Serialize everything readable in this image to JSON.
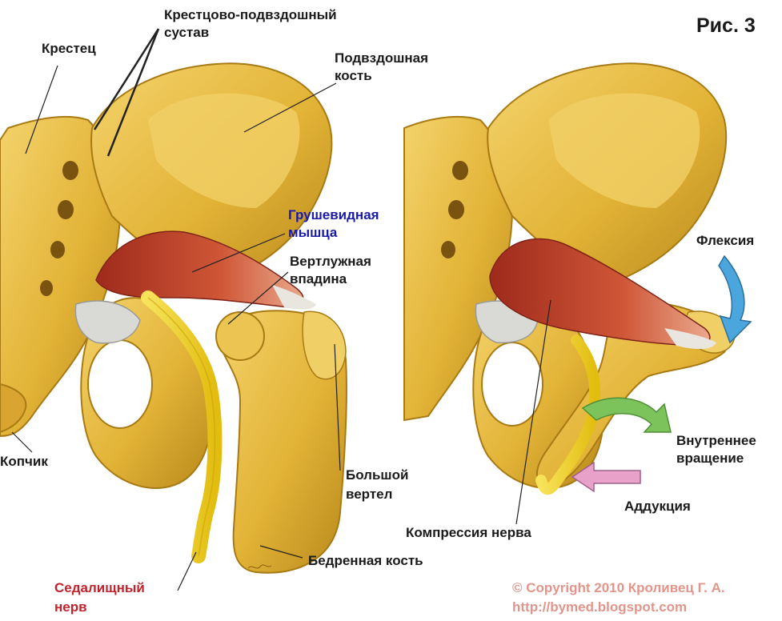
{
  "figure_label": "Рис. 3",
  "colors": {
    "bone": "#e2b336",
    "bone_light": "#f3d36b",
    "bone_dark": "#a87a14",
    "muscle": "#b8402a",
    "nerve": "#f3d21c",
    "ligament": "#d9d9d6",
    "arrow_blue": "#4aa6dd",
    "arrow_green": "#7cc35c",
    "arrow_pink": "#e8a2c9",
    "label_blue": "#1a1aa8",
    "label_red": "#c2222c"
  },
  "labels": {
    "sacroiliac_joint_line1": "Крестцово-подвздошный",
    "sacroiliac_joint_line2": "сустав",
    "sacrum": "Крестец",
    "ilium_line1": "Подвздошная",
    "ilium_line2": "кость",
    "piriformis_line1": "Грушевидная",
    "piriformis_line2": "мышца",
    "acetabulum_line1": "Вертлужная",
    "acetabulum_line2": "впадина",
    "flexion": "Флексия",
    "coccyx": "Копчик",
    "greater_trochanter_line1": "Большой",
    "greater_trochanter_line2": "вертел",
    "internal_rotation_line1": "Внутреннее",
    "internal_rotation_line2": "вращение",
    "adduction": "Аддукция",
    "nerve_compression": "Компрессия нерва",
    "femur": "Бедренная кость",
    "sciatic_nerve_line1": "Седалищный",
    "sciatic_nerve_line2": "нерв"
  },
  "copyright": {
    "line1": "© Copyright 2010 Кроливец Г. А.",
    "line2": "http://bymed.blogspot.com"
  }
}
